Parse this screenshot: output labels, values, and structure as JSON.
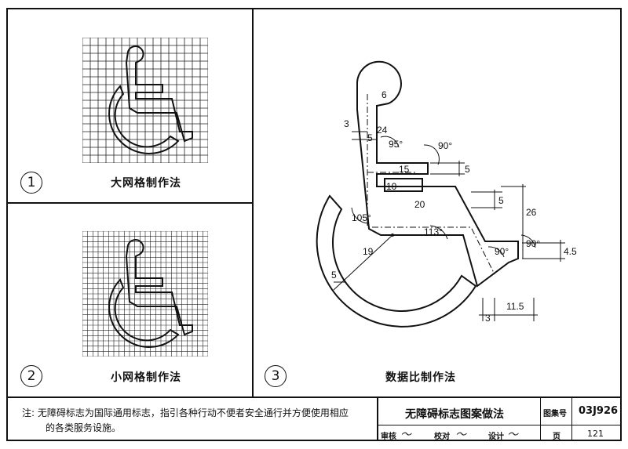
{
  "panels": [
    {
      "number": "1",
      "caption": "大网格制作法"
    },
    {
      "number": "2",
      "caption": "小网格制作法"
    },
    {
      "number": "3",
      "caption": "数据比制作法"
    }
  ],
  "dimensions": {
    "head": "6",
    "d3": "3",
    "d5a": "5",
    "d24": "24",
    "a95": "95°",
    "a90a": "90°",
    "d15": "15",
    "d5b": "5",
    "d10": "10",
    "d20": "20",
    "d5c": "5",
    "d26": "26",
    "a105": "105°",
    "a113": "113°",
    "d19": "19",
    "d5d": "5",
    "a90b": "90°",
    "a90c": "90°",
    "d4_5": "4.5",
    "d3b": "3",
    "d11_5": "11.5"
  },
  "footer": {
    "note_line1": "注: 无障碍标志为国际通用标志，指引各种行动不便者安全通行并方便使用相应",
    "note_line2": "的各类服务设施。",
    "title": "无障碍标志图案做法",
    "atlas_label": "图集号",
    "atlas_code": "03J926",
    "review_label": "审核",
    "check_label": "校对",
    "design_label": "设计",
    "page_label": "页",
    "page_number": "121"
  }
}
